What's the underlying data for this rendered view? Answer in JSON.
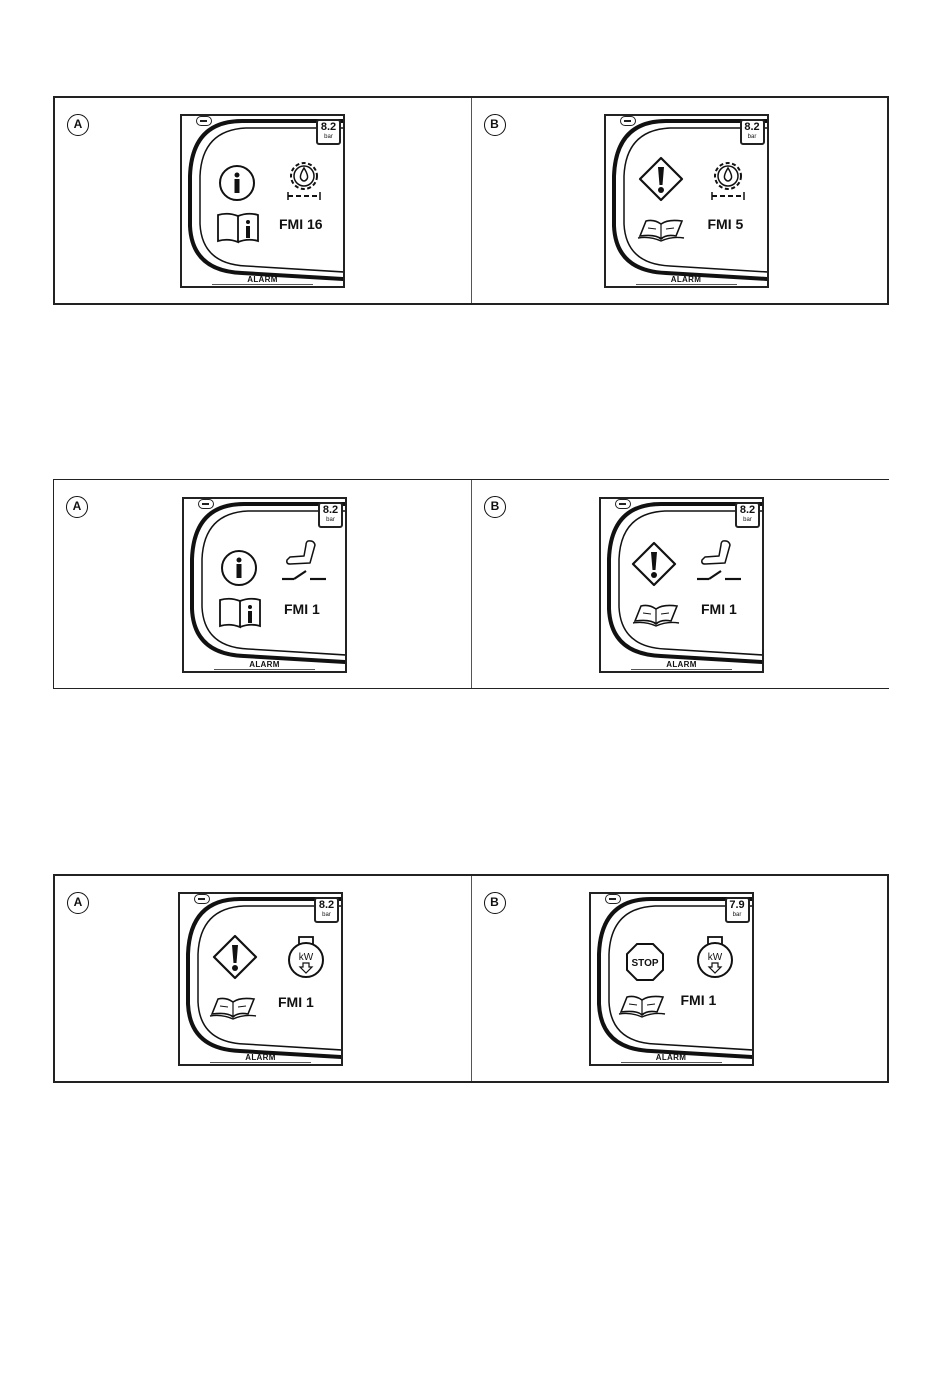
{
  "figures": [
    {
      "panels": [
        {
          "letter": "A",
          "pressure": "8.2",
          "unit": "bar",
          "fmi": "FMI 16",
          "alarm": "ALARM"
        },
        {
          "letter": "B",
          "pressure": "8.2",
          "unit": "bar",
          "fmi": "FMI 5",
          "alarm": "ALARM"
        }
      ]
    },
    {
      "panels": [
        {
          "letter": "A",
          "pressure": "8.2",
          "unit": "bar",
          "fmi": "FMI 1",
          "alarm": "ALARM"
        },
        {
          "letter": "B",
          "pressure": "8.2",
          "unit": "bar",
          "fmi": "FMI 1",
          "alarm": "ALARM"
        }
      ]
    },
    {
      "panels": [
        {
          "letter": "A",
          "pressure": "8.2",
          "unit": "bar",
          "fmi": "FMI 1",
          "alarm": "ALARM"
        },
        {
          "letter": "B",
          "pressure": "7.9",
          "unit": "bar",
          "fmi": "FMI 1",
          "alarm": "ALARM",
          "stop_label": "STOP"
        }
      ]
    }
  ],
  "kw_label": "kW",
  "icons": {
    "figure1": [
      "info-icon",
      "book-info-icon",
      "warning-icon",
      "manual-book-icon",
      "oil-pressure-gear-icon"
    ],
    "figure2": [
      "info-icon",
      "book-info-icon",
      "warning-icon",
      "manual-book-icon",
      "seat-switch-icon"
    ],
    "figure3": [
      "warning-icon",
      "stop-icon",
      "manual-book-icon",
      "engine-power-derate-icon"
    ]
  }
}
